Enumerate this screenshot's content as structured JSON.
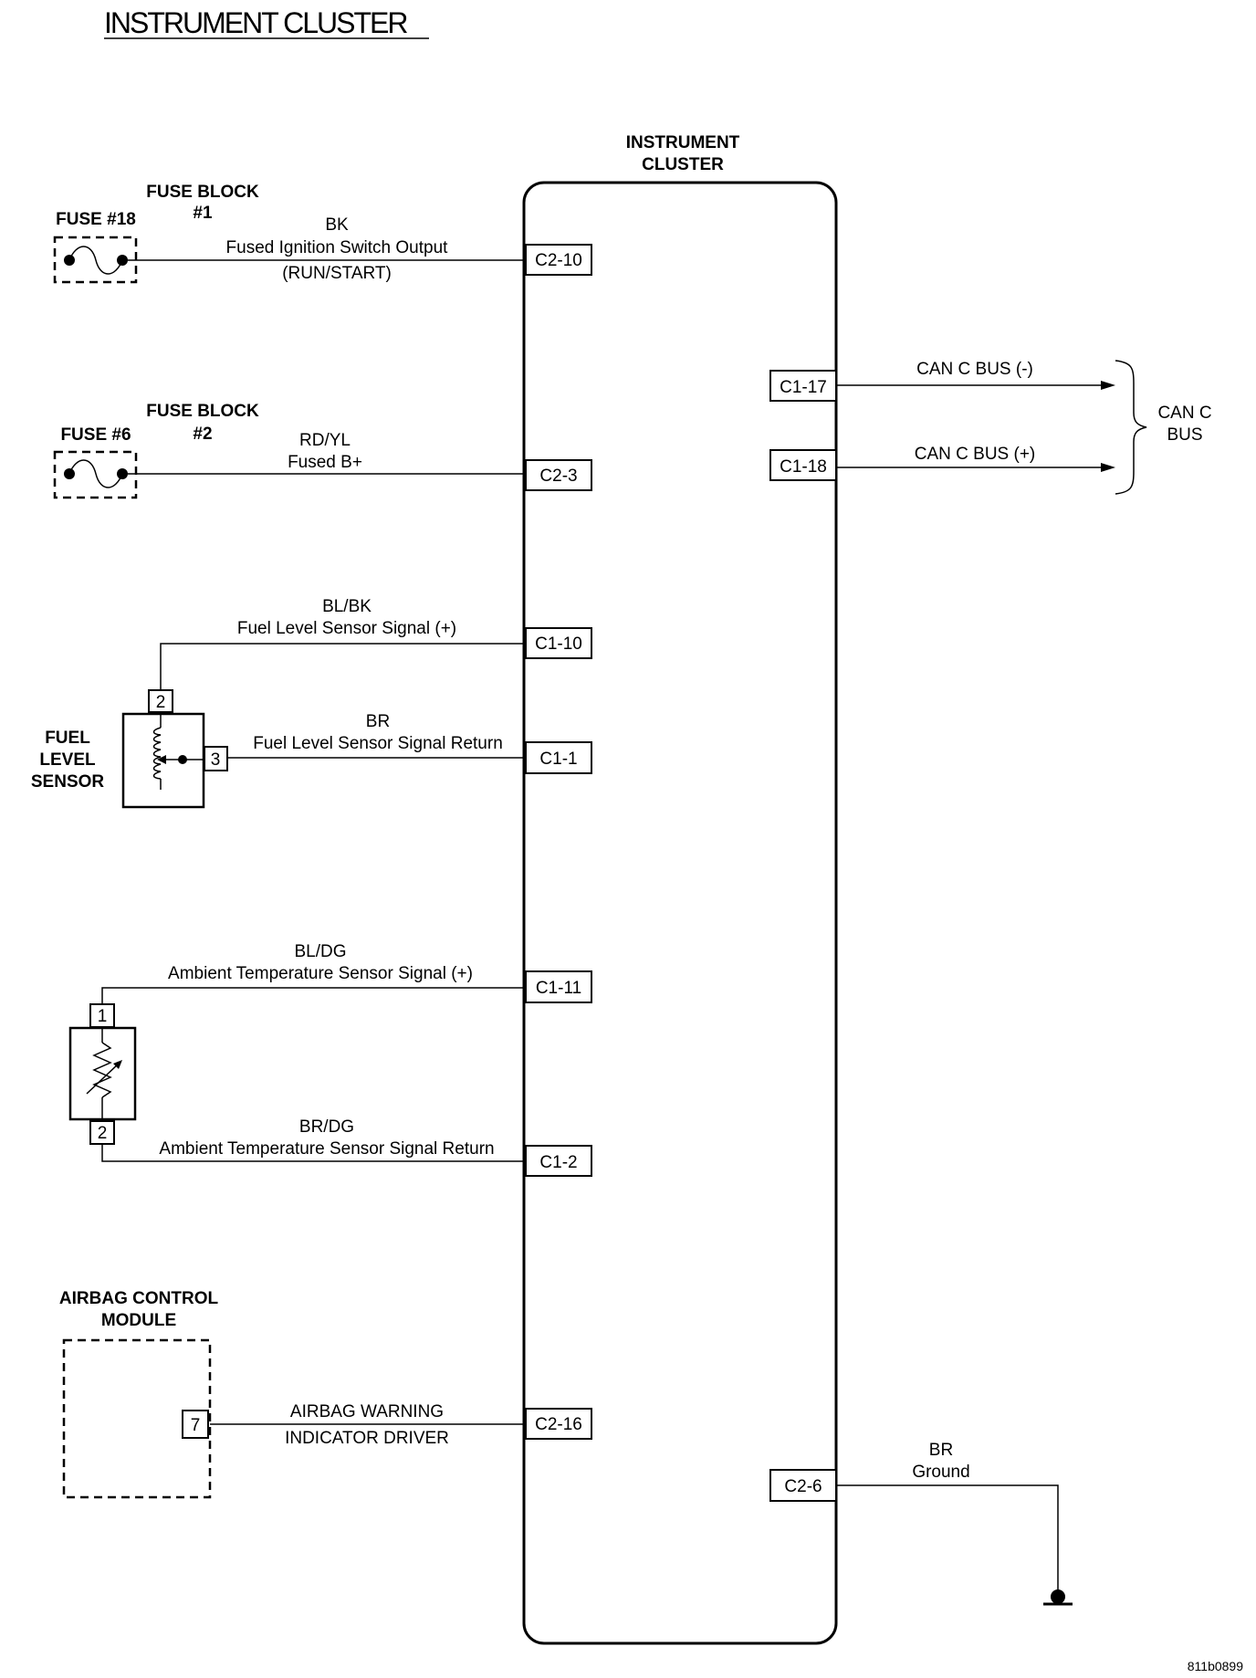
{
  "title": "INSTRUMENT CLUSTER",
  "figure_id": "811b0899",
  "cluster": {
    "line1": "INSTRUMENT",
    "line2": "CLUSTER"
  },
  "fuse_block_1": {
    "line1": "FUSE BLOCK",
    "line2": "#1",
    "fuse": "FUSE #18"
  },
  "fuse_block_2": {
    "line1": "FUSE BLOCK",
    "line2": "#2",
    "fuse": "FUSE #6"
  },
  "fuel_sensor": {
    "line1": "FUEL",
    "line2": "LEVEL",
    "line3": "SENSOR",
    "pin_signal": "2",
    "pin_return": "3"
  },
  "ambient_sensor": {
    "pin_top": "1",
    "pin_bottom": "2"
  },
  "acm": {
    "line1": "AIRBAG CONTROL",
    "line2": "MODULE",
    "pin": "7"
  },
  "can_bus": {
    "line1": "CAN C",
    "line2": "BUS"
  },
  "circuits": {
    "ign": {
      "color": "BK",
      "name": "Fused Ignition Switch Output",
      "note": "(RUN/START)",
      "pin": "C2-10"
    },
    "bplus": {
      "color": "RD/YL",
      "name": "Fused B+",
      "pin": "C2-3"
    },
    "fuel_sig": {
      "color": "BL/BK",
      "name": "Fuel Level Sensor Signal (+)",
      "pin": "C1-10"
    },
    "fuel_ret": {
      "color": "BR",
      "name": "Fuel Level Sensor Signal Return",
      "pin": "C1-1"
    },
    "amb_sig": {
      "color": "BL/DG",
      "name": "Ambient Temperature Sensor Signal (+)",
      "pin": "C1-11"
    },
    "amb_ret": {
      "color": "BR/DG",
      "name": "Ambient Temperature Sensor Signal Return",
      "pin": "C1-2"
    },
    "airbag": {
      "line1": "AIRBAG WARNING",
      "line2": "INDICATOR DRIVER",
      "pin": "C2-16"
    },
    "can_neg": {
      "name": "CAN C BUS (-)",
      "pin": "C1-17"
    },
    "can_pos": {
      "name": "CAN C BUS (+)",
      "pin": "C1-18"
    },
    "ground": {
      "color": "BR",
      "name": "Ground",
      "pin": "C2-6"
    }
  }
}
